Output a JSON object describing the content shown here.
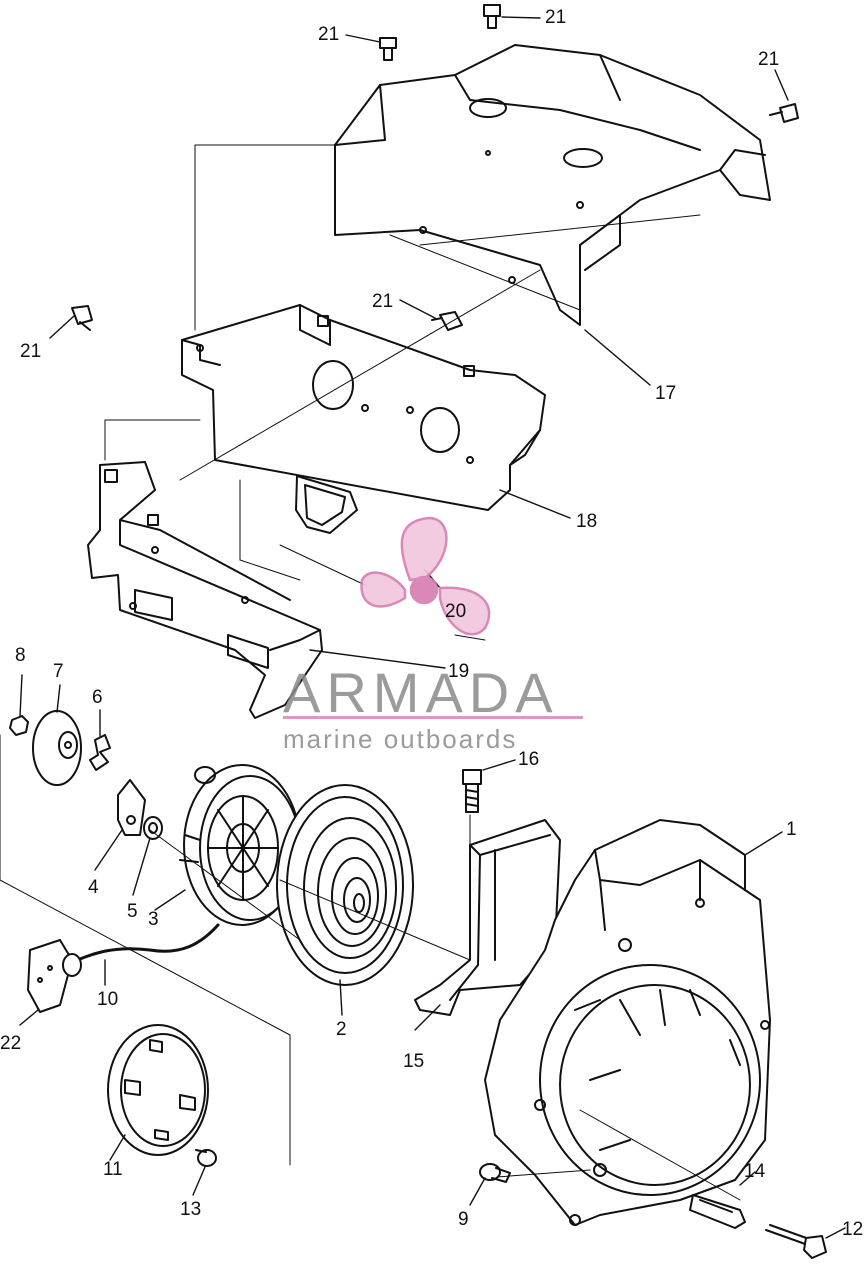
{
  "watermark": {
    "brand": "ARMADA",
    "tagline": "marine outboards",
    "accent_color": "#d77cb0",
    "logo_icon": "propeller-logo-icon"
  },
  "labels": [
    "21",
    "21",
    "21",
    "21",
    "21",
    "17",
    "18",
    "19",
    "20",
    "8",
    "7",
    "6",
    "16",
    "1",
    "4",
    "5",
    "3",
    "2",
    "15",
    "10",
    "22",
    "11",
    "13",
    "9",
    "14",
    "12"
  ]
}
